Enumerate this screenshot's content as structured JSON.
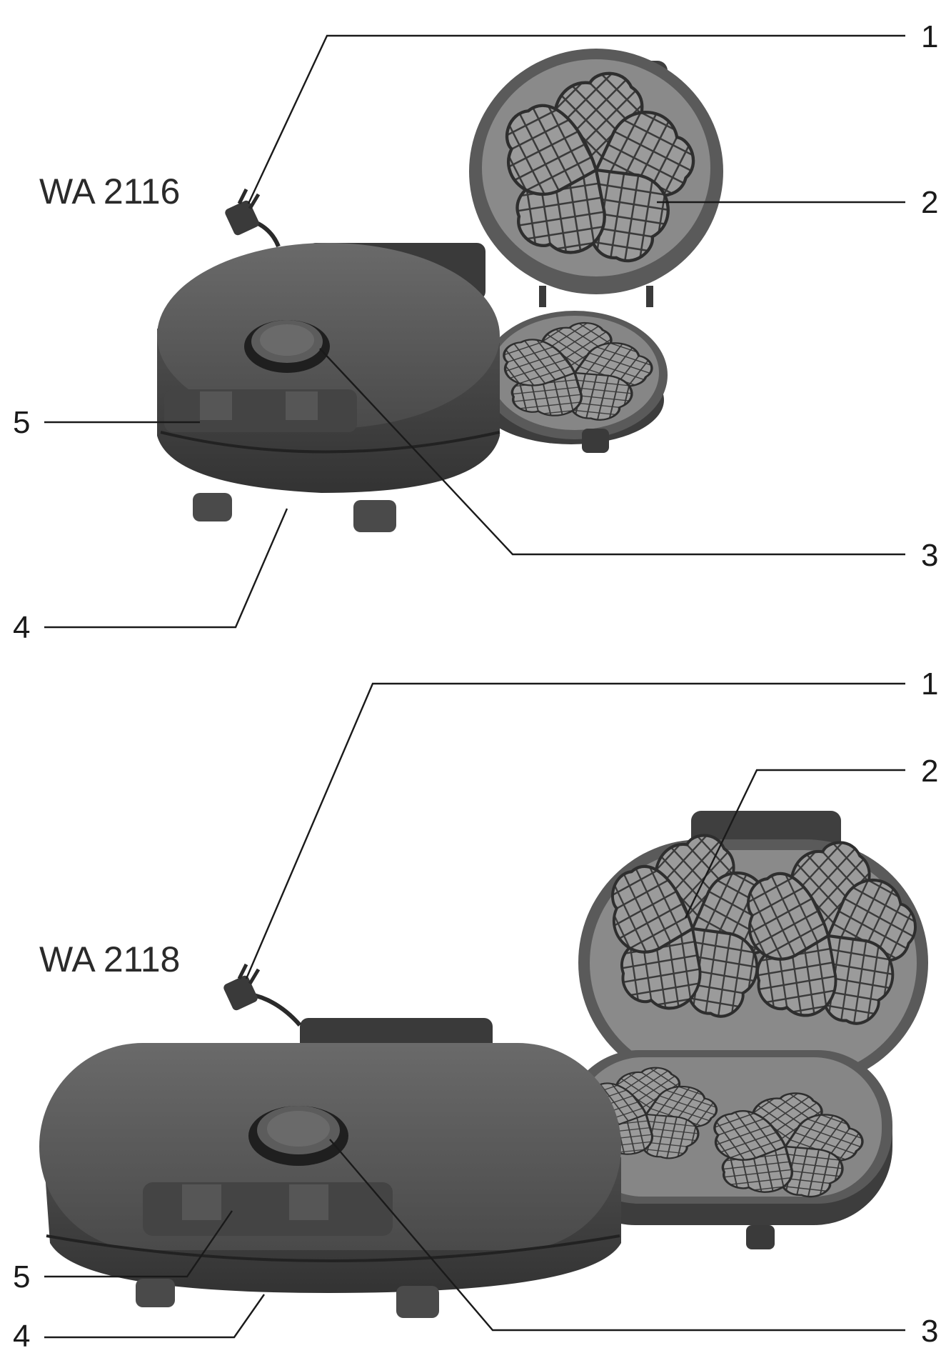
{
  "figures": [
    {
      "model": "WA 2116",
      "callouts": [
        {
          "number": "1",
          "part": "power-plug"
        },
        {
          "number": "2",
          "part": "baking-plate"
        },
        {
          "number": "3",
          "part": "temperature-dial"
        },
        {
          "number": "4",
          "part": "base-feet"
        },
        {
          "number": "5",
          "part": "handle"
        }
      ]
    },
    {
      "model": "WA 2118",
      "callouts": [
        {
          "number": "1",
          "part": "power-plug"
        },
        {
          "number": "2",
          "part": "baking-plate"
        },
        {
          "number": "3",
          "part": "temperature-dial"
        },
        {
          "number": "4",
          "part": "base-feet"
        },
        {
          "number": "5",
          "part": "handle"
        }
      ]
    }
  ],
  "colors": {
    "body": "#5b5b5b",
    "body_dark": "#3e3e3e",
    "plate": "#8a8a8a",
    "grid": "#3a3a3a"
  }
}
